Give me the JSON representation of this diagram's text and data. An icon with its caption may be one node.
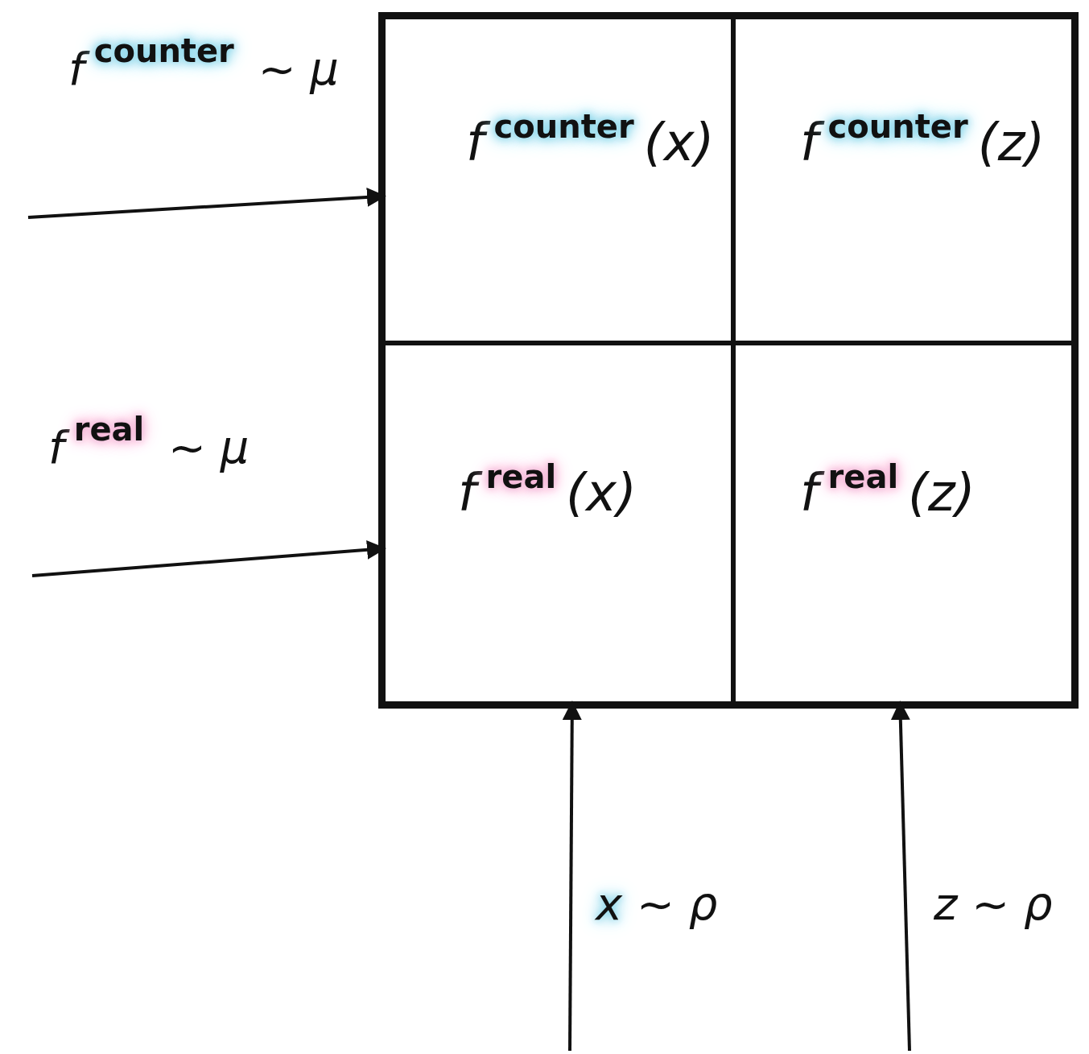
{
  "diagram": {
    "nodes": [
      {
        "text": [],
        "shape": "box"
      },
      {
        "text": [
          "f$^{counter}$(x)"
        ],
        "in": 0
      },
      {
        "text": [
          "f$^{counter}$(z)"
        ],
        "in": 0
      },
      {
        "text": [
          "f$^{real}$(x)"
        ],
        "in": 0
      },
      {
        "text": [
          "f$^{real}$(z)"
        ],
        "in": 0
      }
    ],
    "edges": [
      {
        "from": null,
        "to": 1,
        "arrow": "to",
        "label": "f$^{counter}$ ~ μ"
      },
      {
        "from": null,
        "to": 3,
        "arrow": "to",
        "label": "f$^{real}$ ~ μ"
      },
      {
        "from": null,
        "to": 3,
        "arrow": "to",
        "label": "x ~ ρ"
      },
      {
        "from": null,
        "to": 4,
        "arrow": "to",
        "label": "z ~ ρ"
      }
    ]
  }
}
